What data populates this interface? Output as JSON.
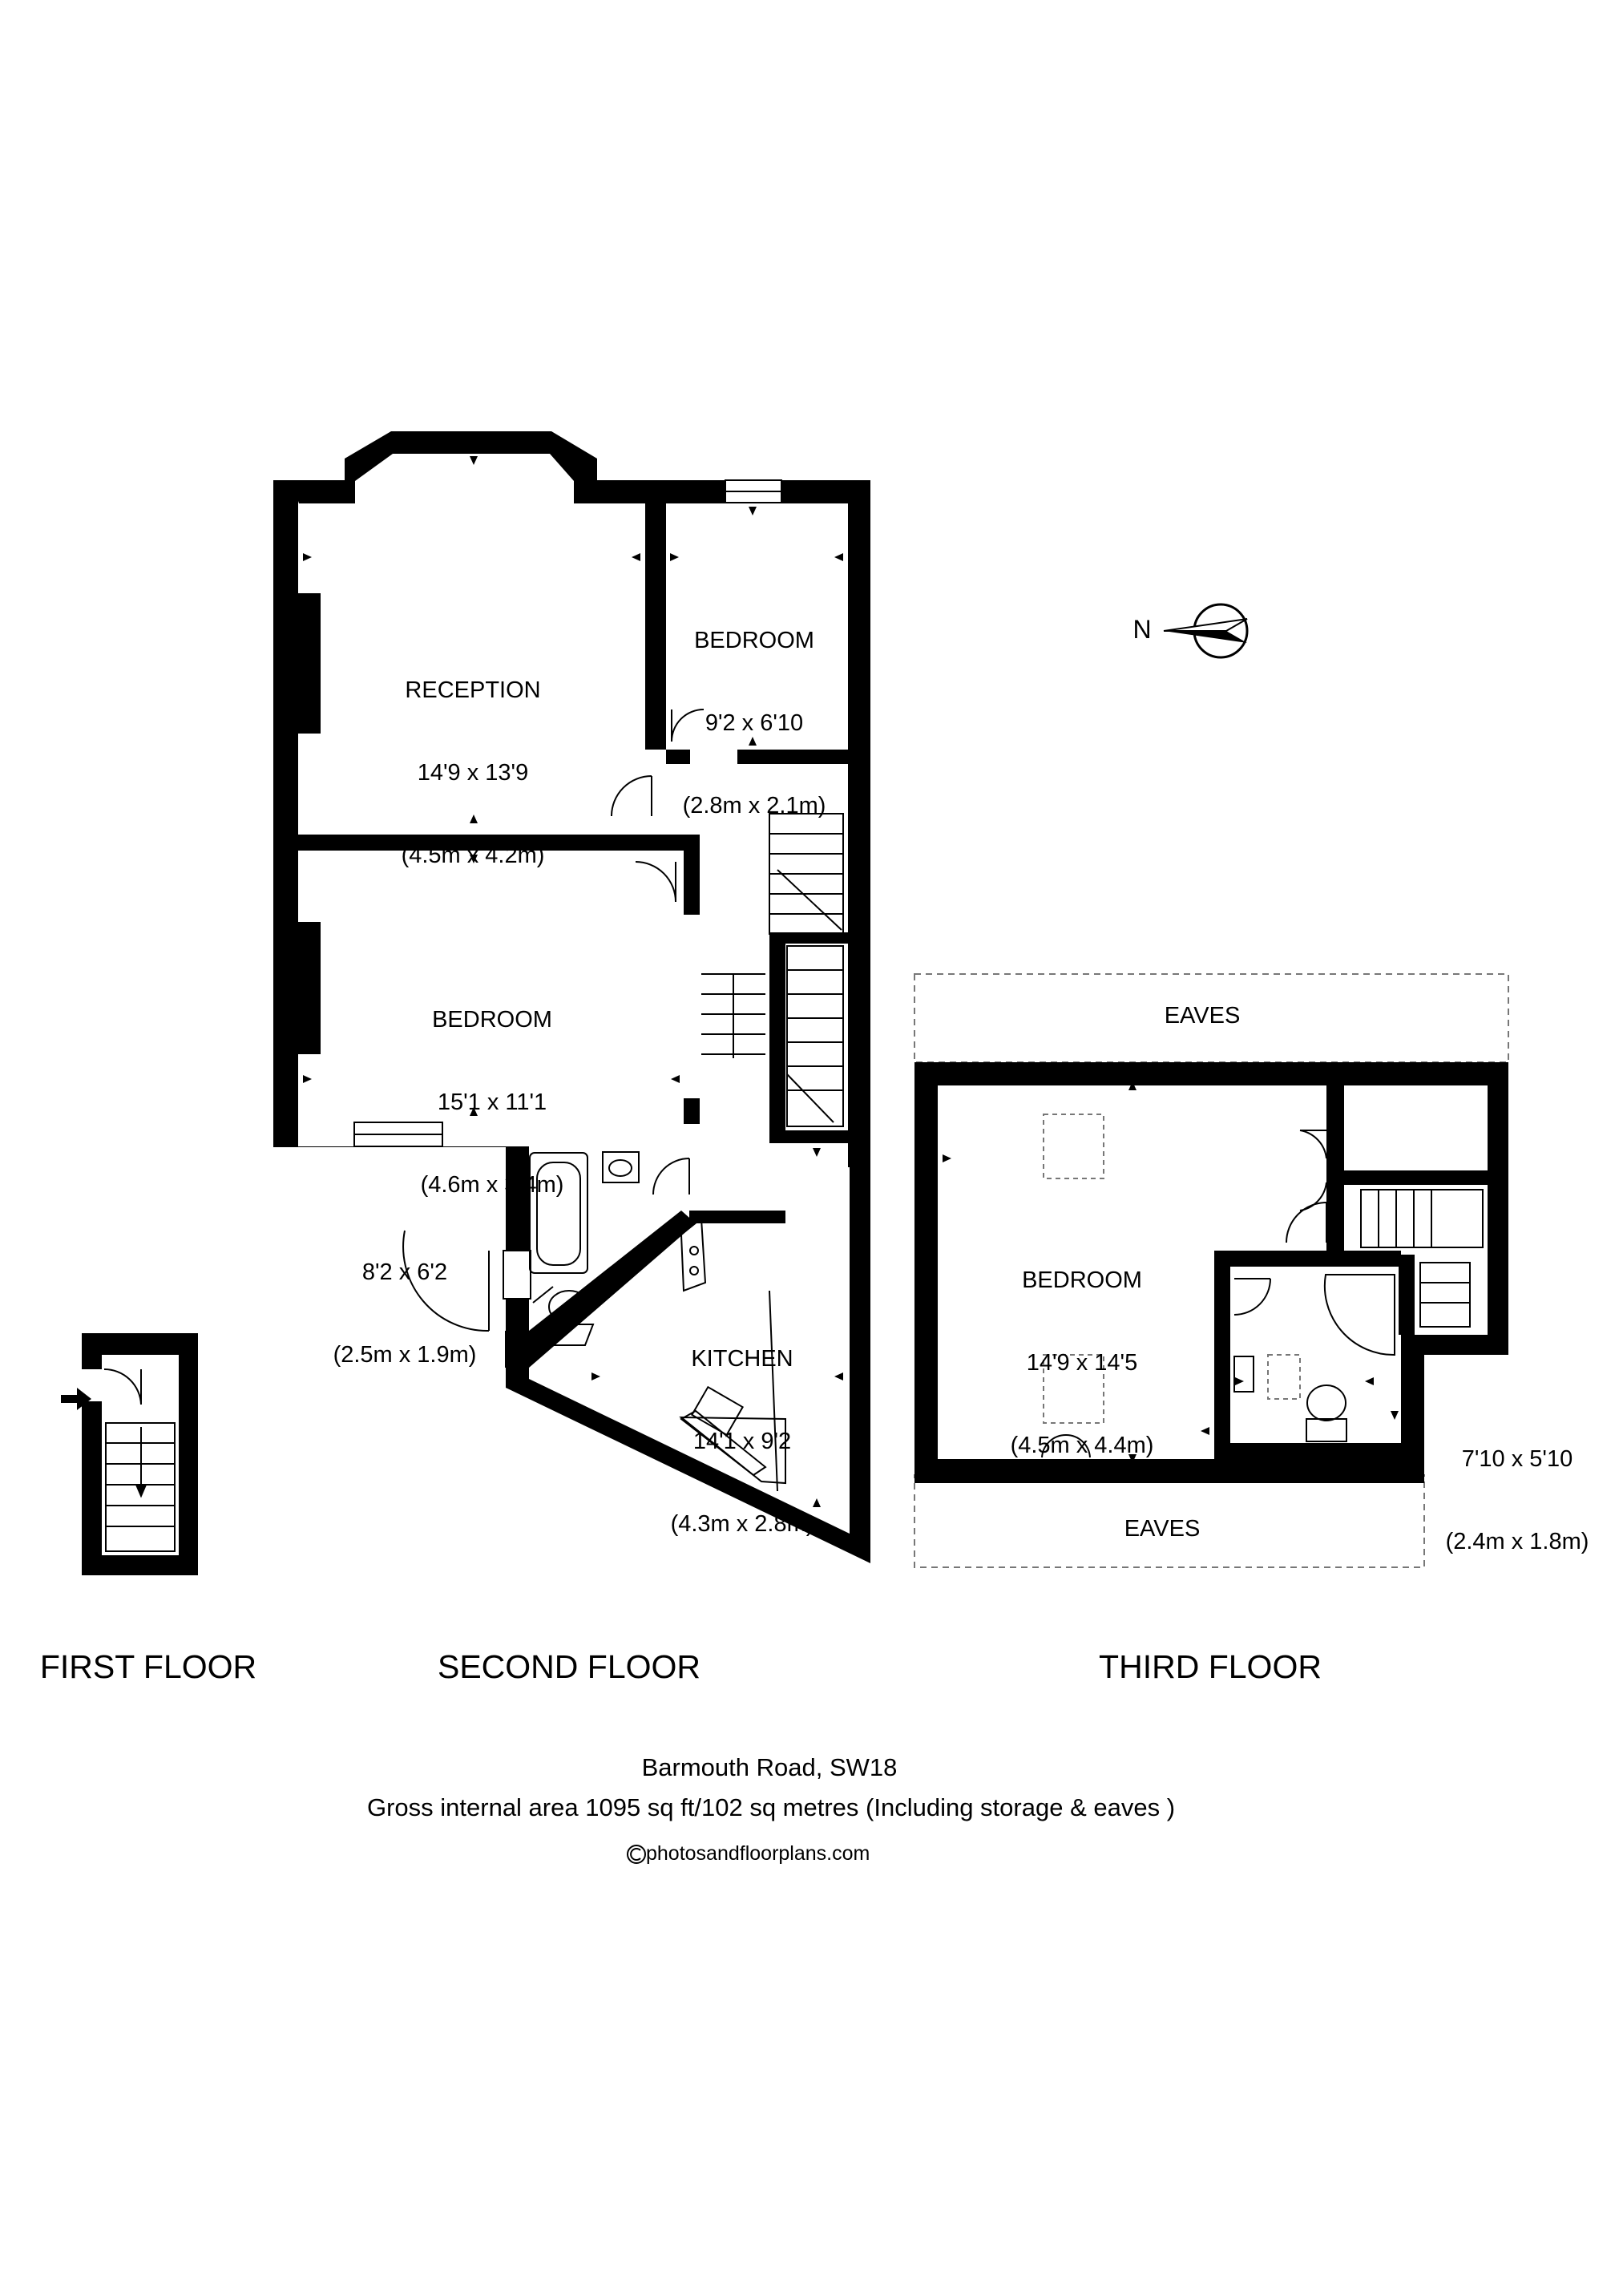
{
  "rooms": {
    "reception": {
      "name": "RECEPTION",
      "dim_imperial": "14'9 x 13'9",
      "dim_metric": "(4.5m x 4.2m)"
    },
    "bedroom_small": {
      "name": "BEDROOM",
      "dim_imperial": "9'2 x 6'10",
      "dim_metric": "(2.8m x 2.1m)"
    },
    "bedroom_second": {
      "name": "BEDROOM",
      "dim_imperial": "15'1 x 11'1",
      "dim_metric": "(4.6m x 3.4m)"
    },
    "bathroom": {
      "dim_imperial": "8'2 x 6'2",
      "dim_metric": "(2.5m x 1.9m)"
    },
    "kitchen": {
      "name": "KITCHEN",
      "dim_imperial": "14'1 x 9'2",
      "dim_metric": "(4.3m x 2.8m)"
    },
    "bedroom_third": {
      "name": "BEDROOM",
      "dim_imperial": "14'9 x 14'5",
      "dim_metric": "(4.5m x 4.4m)"
    },
    "ensuite": {
      "dim_imperial": "7'10 x 5'10",
      "dim_metric": "(2.4m x 1.8m)"
    }
  },
  "eaves_top": "EAVES",
  "eaves_bottom": "EAVES",
  "compass": {
    "label": "N"
  },
  "floors": {
    "first": "FIRST FLOOR",
    "second": "SECOND FLOOR",
    "third": "THIRD FLOOR"
  },
  "footer": {
    "address": "Barmouth Road, SW18",
    "area": "Gross internal area 1095 sq ft/102 sq metres (Including storage & eaves )",
    "copyright": "photosandfloorplans.com"
  },
  "icons": [
    "compass-icon",
    "entrance-arrow-icon",
    "copyright-icon"
  ]
}
